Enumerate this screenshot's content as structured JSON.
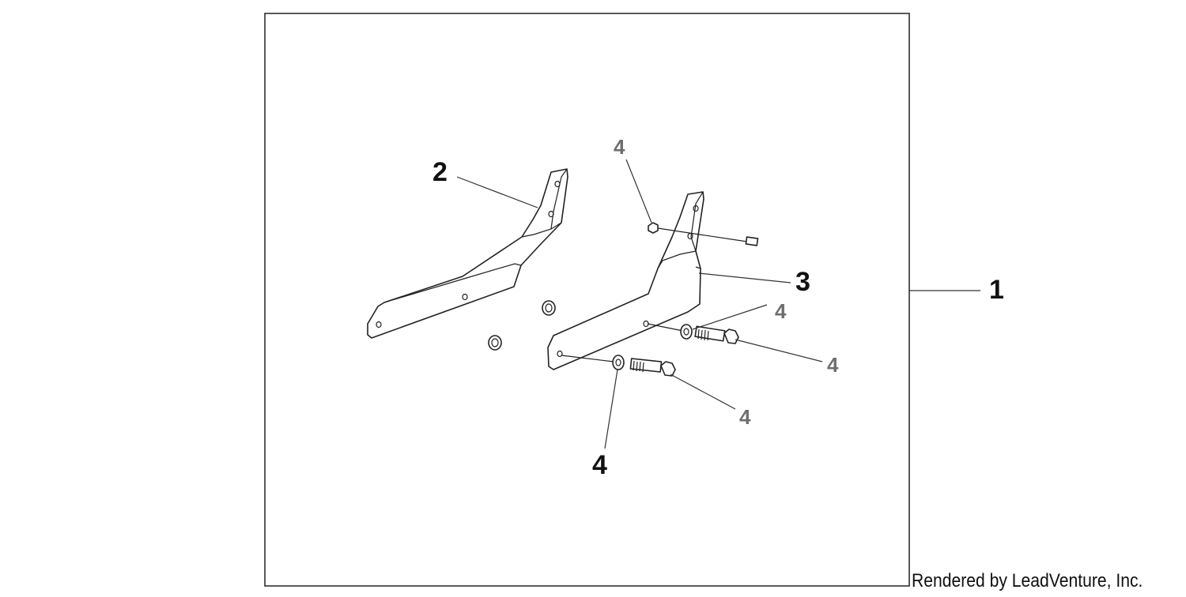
{
  "callouts": {
    "kit": "1",
    "left_stay": "2",
    "right_stay": "3",
    "hardware_top": "4",
    "hardware_washer_upper": "4",
    "hardware_bolt_upper": "4",
    "hardware_bolt_lower": "4",
    "hardware_washer_lower": "4"
  },
  "footer": {
    "credit": "Rendered by LeadVenture, Inc."
  }
}
